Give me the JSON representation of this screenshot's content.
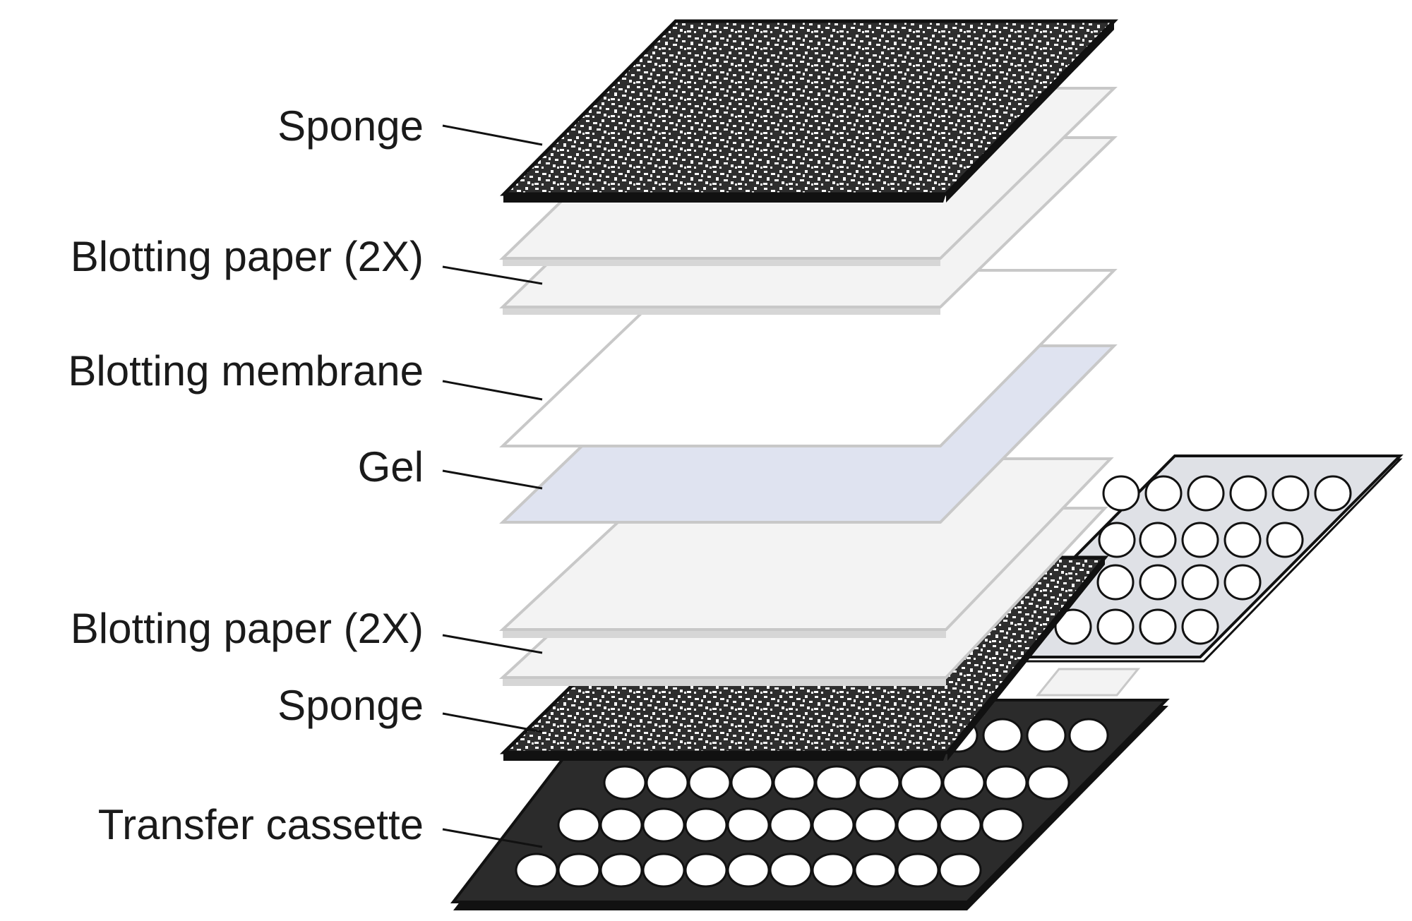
{
  "labels": {
    "sponge_top": "Sponge",
    "blotting_paper_top": "Blotting paper (2X)",
    "blotting_membrane": "Blotting membrane",
    "gel": "Gel",
    "blotting_paper_bottom": "Blotting paper (2X)",
    "sponge_bottom": "Sponge",
    "transfer_cassette": "Transfer cassette"
  },
  "colors": {
    "sponge_dark": "#2e2e2e",
    "sponge_speckle": "#ffffff",
    "paper_fill": "#f3f3f3",
    "paper_edge": "#c8c8c8",
    "membrane_fill": "#ffffff",
    "gel_fill": "#dfe3f0",
    "cassette_black": "#2b2b2b",
    "cassette_light": "#dfe1e6",
    "leader_line": "#111111"
  },
  "icons": {
    "sponge": "speckled-sponge-pad-icon",
    "cassette": "perforated-cassette-panel-icon"
  }
}
